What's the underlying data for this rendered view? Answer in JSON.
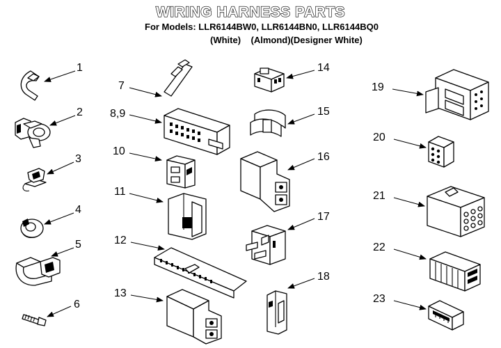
{
  "header": {
    "title": "WIRING HARNESS PARTS",
    "models_line": "For Models: LLR6144BW0, LLR6144BN0, LLR6144BQ0",
    "colors_line": "(White)    (Almond)(Designer White)"
  },
  "callouts": [
    {
      "id": "c1",
      "label": "1"
    },
    {
      "id": "c2",
      "label": "2"
    },
    {
      "id": "c3",
      "label": "3"
    },
    {
      "id": "c4",
      "label": "4"
    },
    {
      "id": "c5",
      "label": "5"
    },
    {
      "id": "c6",
      "label": "6"
    },
    {
      "id": "c7",
      "label": "7"
    },
    {
      "id": "c89",
      "label": "8,9"
    },
    {
      "id": "c10",
      "label": "10"
    },
    {
      "id": "c11",
      "label": "11"
    },
    {
      "id": "c12",
      "label": "12"
    },
    {
      "id": "c13",
      "label": "13"
    },
    {
      "id": "c14",
      "label": "14"
    },
    {
      "id": "c15",
      "label": "15"
    },
    {
      "id": "c16",
      "label": "16"
    },
    {
      "id": "c17",
      "label": "17"
    },
    {
      "id": "c18",
      "label": "18"
    },
    {
      "id": "c19",
      "label": "19"
    },
    {
      "id": "c20",
      "label": "20"
    },
    {
      "id": "c21",
      "label": "21"
    },
    {
      "id": "c22",
      "label": "22"
    },
    {
      "id": "c23",
      "label": "23"
    }
  ]
}
